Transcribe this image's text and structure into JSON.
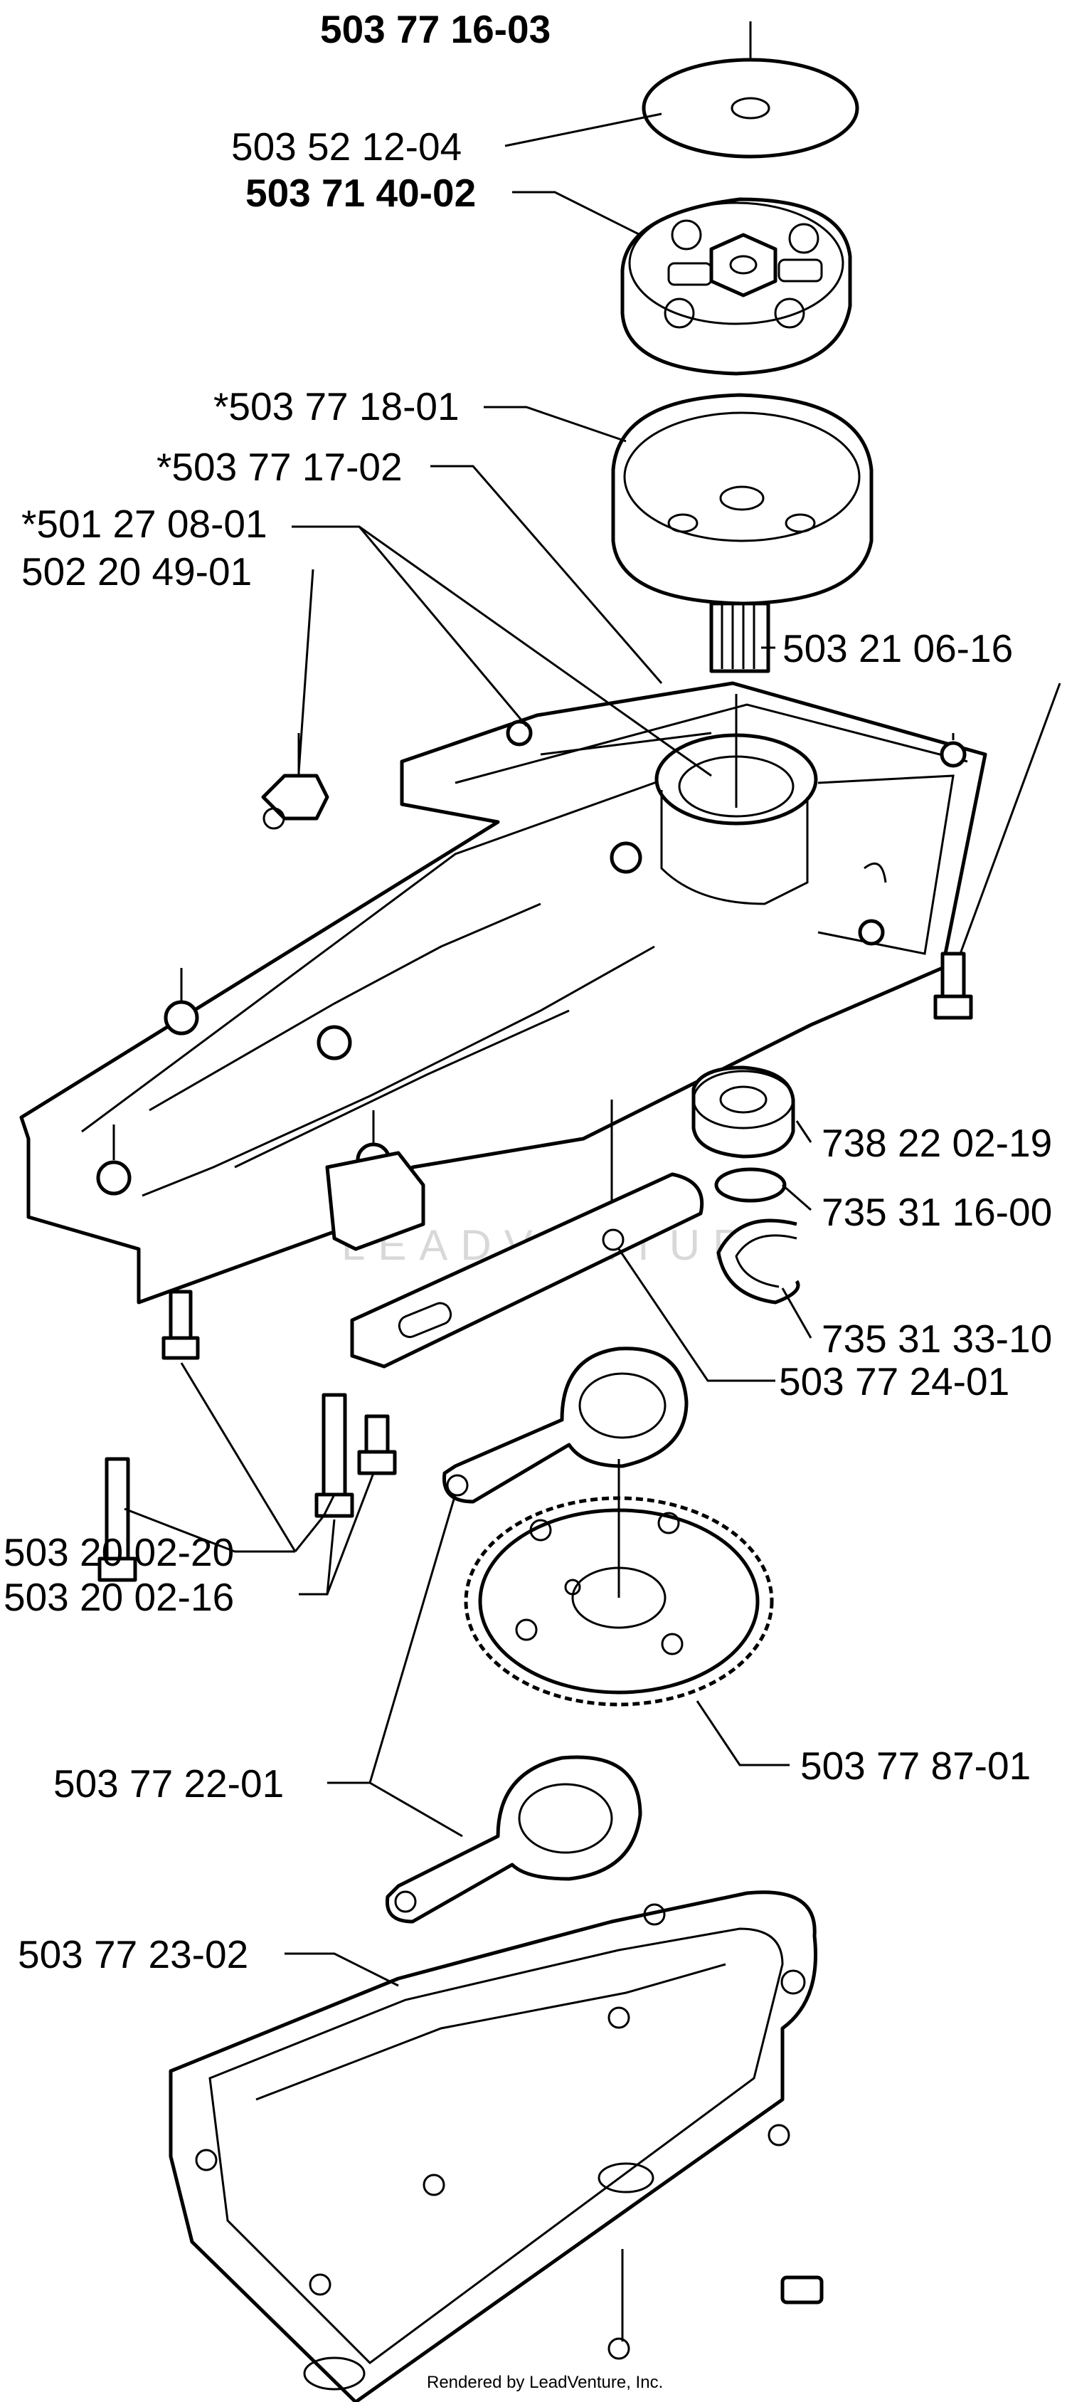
{
  "labels": {
    "kit": "503 77 16-03",
    "washer": "503 52 12-04",
    "clutch": "503 71 40-02",
    "drum": "*503 77 18-01",
    "housing": "*503 77 17-02",
    "needle_bearing": "*501 27 08-01",
    "nut": "502 20 49-01",
    "shaft_screw": "503 21 06-16",
    "bearing": "738 22 02-19",
    "snap_ring": "735 31 16-00",
    "circlip": "735 31 33-10",
    "plate": "503 77 24-01",
    "screw_long": "503 20 02-20",
    "screw_short": "503 20 02-16",
    "gear": "503 77 87-01",
    "lever": "503 77 22-01",
    "gasket": "503 77 23-02"
  },
  "watermark": "LEADVENTURE",
  "footer": "Rendered by LeadVenture, Inc."
}
